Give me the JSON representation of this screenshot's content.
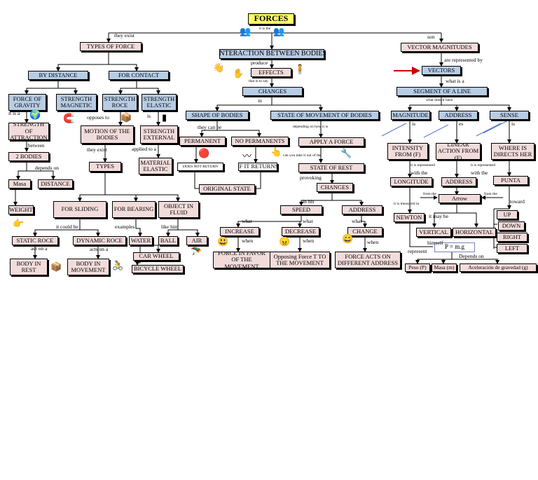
{
  "colors": {
    "blue": "#b8cce4",
    "pink": "#f2dcdb",
    "yellow": "#ffff66",
    "arrow_red": "#cc0000"
  },
  "title": "FORCES",
  "nodes": {
    "types_of_force": "TYPES OF FORCE",
    "interaction": "INTERACTION BETWEEN BODIES",
    "vector_magnitudes": "VECTOR MAGNITUDES",
    "by_distance": "BY DISTANCE",
    "for_contact": "FOR CONTACT",
    "effects": "EFFECTS",
    "vectors": "VECTORS",
    "changes": "CHANGES",
    "segment_line": "SEGMENT OF A LINE",
    "force_gravity": "FORCE OF GRAVITY",
    "strength_magnetic": "STRENGTH MAGNETIC",
    "strength_roce": "STRENGTH ROCE",
    "strength_elastic": "STRENGTH ELASTIC",
    "shape_bodies": "SHAPE OF BODIES",
    "state_movement": "STATE OF MOVEMENT OF BODIES",
    "magnitude": "MAGNITUDE",
    "address": "ADDRESS",
    "sense": "SENSE",
    "strength_attraction": "STRENGTH OF ATTRACTION",
    "motion_bodies": "MOTION OF THE BODIES",
    "strength_external": "STRENGTH EXTERNAL",
    "permanent": "PERMANENT",
    "no_permanents": "NO PERMANENTS",
    "apply_force": "APPLY A FORCE",
    "intensity": "INTENSITY FROM (F)",
    "linear_action": "LINEAR ACTION FROM (F)",
    "where_directs": "WHERE IS DIRECTS HER",
    "two_bodies": "2 BODIES",
    "types": "TYPES",
    "material_elastic": "MATERIAL ELASTIC",
    "does_not_return": "DOES NOT RETURN",
    "if_returns": "IF IT RETURNS",
    "state_rest": "STATE OF REST",
    "longitude": "LONGITUDE",
    "address2": "ADDRESS",
    "punta": "PUNTA",
    "masa": "Masa",
    "distance": "DISTANCE",
    "original_state": "ORIGINAL STATE",
    "changes2": "CHANGES",
    "arrow": "Arrow",
    "weight": "WEIGHT",
    "for_sliding": "FOR SLIDING",
    "for_bearing": "FOR BEARING",
    "object_fluid": "OBJECT IN FLUID",
    "speed": "SPEED",
    "address3": "ADDRESS",
    "newton": "NEWTON",
    "up": "UP",
    "down": "DOWN",
    "vertical": "VERTICAL",
    "horizontal": "HORIZONTAL",
    "right": "RIGHT",
    "left": "LEFT",
    "increase": "INCREASE",
    "decrease": "DECREASE",
    "change": "CHANGE",
    "static_roce": "STATIC ROCE",
    "dynamic_roce": "DYNAMIC ROCE",
    "water": "WATER",
    "air": "AIR",
    "ball": "BALL",
    "car_wheel": "CAR WHEEL",
    "bicycle_wheel": "BICYCLE WHEEL",
    "body_rest": "BODY IN REST",
    "body_movement": "BODY IN MOVEMENT",
    "force_favor": "FORCE IN FAVOR OF THE MOVEMENT",
    "opposing_force": "Opposing Force T TO THE MOVEMENT",
    "force_acts": "FORCE ACTS ON DIFFERENT ADDRESS",
    "formula": "P = m.g",
    "peso": "Peso (P)",
    "masa_m": "Masa (m)",
    "aceleracion": "Aceleración de gravedad (g)"
  },
  "labels": {
    "they_exist": "they exist",
    "it_is_the": "it is the",
    "son": "son",
    "produce": "produce",
    "are_represented_by": "are represented by",
    "that_is_to_say": "that is to say",
    "what_is_a": "what is a",
    "in": "in",
    "what_does_it_have": "what does it have",
    "it_is_a": "it is a",
    "opposes_to": "opposes to",
    "is": "is",
    "they_can_be": "they can be",
    "depending": "depending on how it is",
    "is2": "is",
    "es": "es",
    "is3": "is",
    "between": "between",
    "they_exist2": "they exist",
    "applied_to_a": "applied to a",
    "can_take": "can you take it out of the",
    "depends_on": "depends on",
    "it_is_represented": "it is represented",
    "with_the": "with the",
    "it_is_represented2": "it is represented",
    "with_the2": "with the",
    "provoking": "provoking",
    "from_the": "from the",
    "from_the2": "from the",
    "toward": "toward",
    "in_his": "in his",
    "it_is_measured_in": "it is measured in",
    "it_may_be": "it may be",
    "it_could_be": "it could be",
    "examples": "examples",
    "like_him": "like him",
    "what1": "what",
    "what2": "what",
    "what3": "what",
    "when1": "when",
    "when2": "when",
    "when3": "when",
    "acts_on_a": "act on a",
    "acts_on_a2": "acts on a",
    "himself": "himself",
    "represent": "represent",
    "depends_on2": "Depends on"
  },
  "icons": [
    "people-icon",
    "globe-icon",
    "magnet-icon",
    "hand-icon",
    "push-icon",
    "shield-icon",
    "ball-icon",
    "spring-icon",
    "clamp-icon",
    "smile-icon",
    "pointer-icon",
    "cyclist-icon",
    "parachute-icon",
    "box-icon",
    "red-arrow-icon"
  ]
}
